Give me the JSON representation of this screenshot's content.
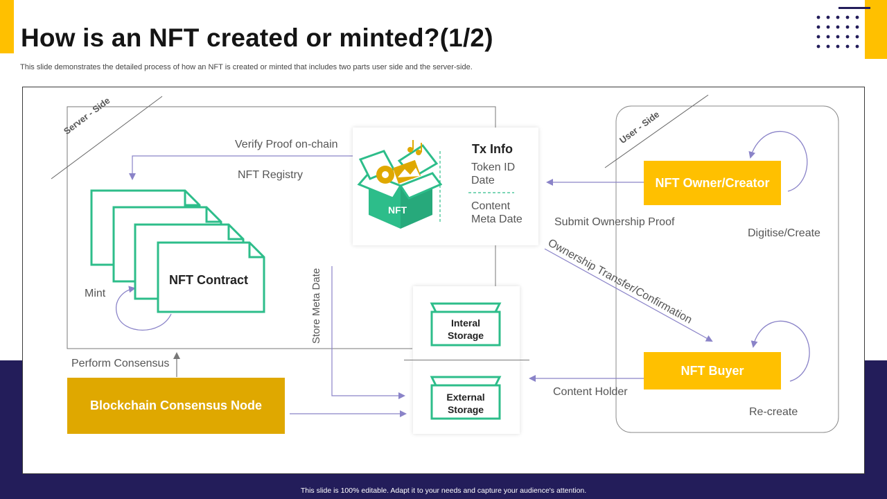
{
  "slide": {
    "title": "How is an NFT created or minted?(1/2)",
    "subtitle": "This slide demonstrates the detailed process of how an NFT is created or minted that includes two parts user side and the server-side.",
    "footer": "This slide is 100% editable. Adapt it to your needs and capture your audience's attention."
  },
  "colors": {
    "accent_yellow": "#ffc000",
    "consensus_gold": "#dfa800",
    "navy": "#231d5a",
    "contract_green": "#2dbd8a",
    "arrow_purple": "#8a83c8"
  },
  "diagram": {
    "server_side_label": "Server - Side",
    "user_side_label": "User - Side",
    "verify_proof": "Verify Proof on-chain",
    "nft_registry": "NFT Registry",
    "nft_contract": "NFT Contract",
    "mint": "Mint",
    "store_meta": "Store Meta Date",
    "perform_consensus": "Perform Consensus",
    "consensus_node": "Blockchain Consensus Node",
    "tx_info": {
      "title": "Tx Info",
      "line1": "Token ID",
      "line2": "Date",
      "line3": "Content",
      "line4": "Meta Date",
      "box_label": "NFT"
    },
    "internal_storage": [
      "Interal",
      "Storage"
    ],
    "external_storage": [
      "External",
      "Storage"
    ],
    "owner_creator": "NFT Owner/Creator",
    "submit_proof": "Submit Ownership Proof",
    "digitise": "Digitise/Create",
    "ownership_transfer": "Ownership Transfer/Confirmation",
    "nft_buyer": "NFT Buyer",
    "content_holder": "Content Holder",
    "recreate": "Re-create"
  }
}
